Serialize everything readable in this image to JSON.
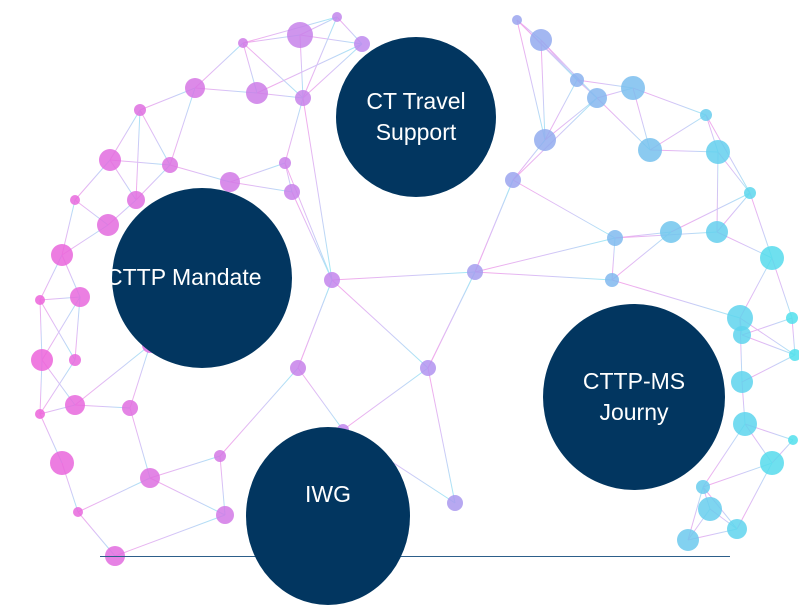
{
  "diagram": {
    "nodes": [
      {
        "id": "travel",
        "line1": "CT  Travel",
        "line2": "Support"
      },
      {
        "id": "mandate",
        "line1": "CTTP Mandate"
      },
      {
        "id": "journey",
        "line1": "CTTP-MS",
        "line2": "Journy"
      },
      {
        "id": "iwg",
        "line1": "IWG"
      }
    ],
    "colors": {
      "node_fill": "#023660",
      "node_text": "#ffffff",
      "network_pink": "#f25fd8",
      "network_purple": "#b98df0",
      "network_cyan": "#4fe0ec",
      "baseline": "#2d5f8a"
    },
    "background_icon": "network-sphere-icon"
  }
}
